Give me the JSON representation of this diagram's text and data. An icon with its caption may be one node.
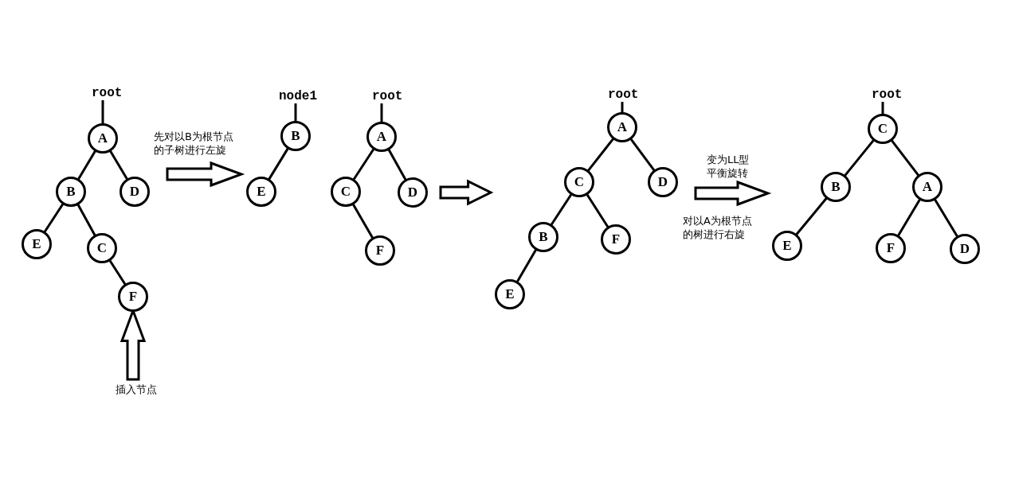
{
  "diagram": {
    "nodes": [
      {
        "text": [],
        "shape": "box"
      },
      {
        "text": [
          "root"
        ],
        "in": 0
      },
      {
        "text": [
          "A"
        ],
        "in": 0
      },
      {
        "text": [
          "B"
        ],
        "in": 0
      },
      {
        "text": [
          "D"
        ],
        "in": 0
      },
      {
        "text": [
          "E"
        ],
        "in": 0
      },
      {
        "text": [
          "C"
        ],
        "in": 0
      },
      {
        "text": [
          "F"
        ],
        "in": 0
      },
      {
        "text": [
          "插入节点"
        ]
      },
      {
        "text": [],
        "shape": "box"
      },
      {
        "text": [
          "node1"
        ],
        "in": 9
      },
      {
        "text": [
          "B"
        ],
        "in": 9
      },
      {
        "text": [
          "E"
        ],
        "in": 9
      },
      {
        "text": [
          "root"
        ],
        "in": 9
      },
      {
        "text": [
          "A"
        ],
        "in": 9
      },
      {
        "text": [
          "C"
        ],
        "in": 9
      },
      {
        "text": [
          "D"
        ],
        "in": 9
      },
      {
        "text": [
          "F"
        ],
        "in": 9
      },
      {
        "text": [],
        "shape": "box"
      },
      {
        "text": [
          "root"
        ],
        "in": 18
      },
      {
        "text": [
          "A"
        ],
        "in": 18
      },
      {
        "text": [
          "C"
        ],
        "in": 18
      },
      {
        "text": [
          "D"
        ],
        "in": 18
      },
      {
        "text": [
          "B"
        ],
        "in": 18
      },
      {
        "text": [
          "F"
        ],
        "in": 18
      },
      {
        "text": [
          "E"
        ],
        "in": 18
      },
      {
        "text": [],
        "shape": "box"
      },
      {
        "text": [
          "root"
        ],
        "in": 26
      },
      {
        "text": [
          "C"
        ],
        "in": 26
      },
      {
        "text": [
          "B"
        ],
        "in": 26
      },
      {
        "text": [
          "A"
        ],
        "in": 26
      },
      {
        "text": [
          "E"
        ],
        "in": 26
      },
      {
        "text": [
          "F"
        ],
        "in": 26
      },
      {
        "text": [
          "D"
        ],
        "in": 26
      }
    ],
    "edges": [
      {
        "from": 1,
        "to": 2,
        "arrow": "none"
      },
      {
        "from": 2,
        "to": 3,
        "arrow": "none"
      },
      {
        "from": 2,
        "to": 4,
        "arrow": "none"
      },
      {
        "from": 3,
        "to": 5,
        "arrow": "none"
      },
      {
        "from": 3,
        "to": 6,
        "arrow": "none"
      },
      {
        "from": 6,
        "to": 7,
        "arrow": "none"
      },
      {
        "from": 8,
        "to": 7,
        "arrow": "to"
      },
      {
        "from": 10,
        "to": 11,
        "arrow": "none"
      },
      {
        "from": 11,
        "to": 12,
        "arrow": "none"
      },
      {
        "from": 13,
        "to": 14,
        "arrow": "none"
      },
      {
        "from": 14,
        "to": 15,
        "arrow": "none"
      },
      {
        "from": 14,
        "to": 16,
        "arrow": "none"
      },
      {
        "from": 15,
        "to": 17,
        "arrow": "none"
      },
      {
        "from": 19,
        "to": 20,
        "arrow": "none"
      },
      {
        "from": 20,
        "to": 21,
        "arrow": "none"
      },
      {
        "from": 20,
        "to": 22,
        "arrow": "none"
      },
      {
        "from": 21,
        "to": 23,
        "arrow": "none"
      },
      {
        "from": 21,
        "to": 24,
        "arrow": "none"
      },
      {
        "from": 23,
        "to": 25,
        "arrow": "none"
      },
      {
        "from": 27,
        "to": 28,
        "arrow": "none"
      },
      {
        "from": 28,
        "to": 29,
        "arrow": "none"
      },
      {
        "from": 28,
        "to": 30,
        "arrow": "none"
      },
      {
        "from": 29,
        "to": 31,
        "arrow": "none"
      },
      {
        "from": 30,
        "to": 32,
        "arrow": "none"
      },
      {
        "from": 30,
        "to": 33,
        "arrow": "none"
      },
      {
        "from": 0,
        "to": 9,
        "arrow": "to"
      },
      {
        "from": 9,
        "to": 18,
        "arrow": "to"
      },
      {
        "from": 18,
        "to": 26,
        "arrow": "to"
      }
    ],
    "labels": [
      "先对以B为根节点的子树进行左旋",
      "变为LL型平衡旋转",
      "对以A为根节点的树进行右旋"
    ]
  }
}
